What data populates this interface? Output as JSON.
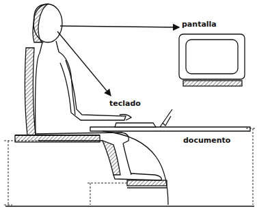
{
  "diagram": {
    "labels": [
      "pantalla",
      "teclado",
      "documento"
    ]
  }
}
